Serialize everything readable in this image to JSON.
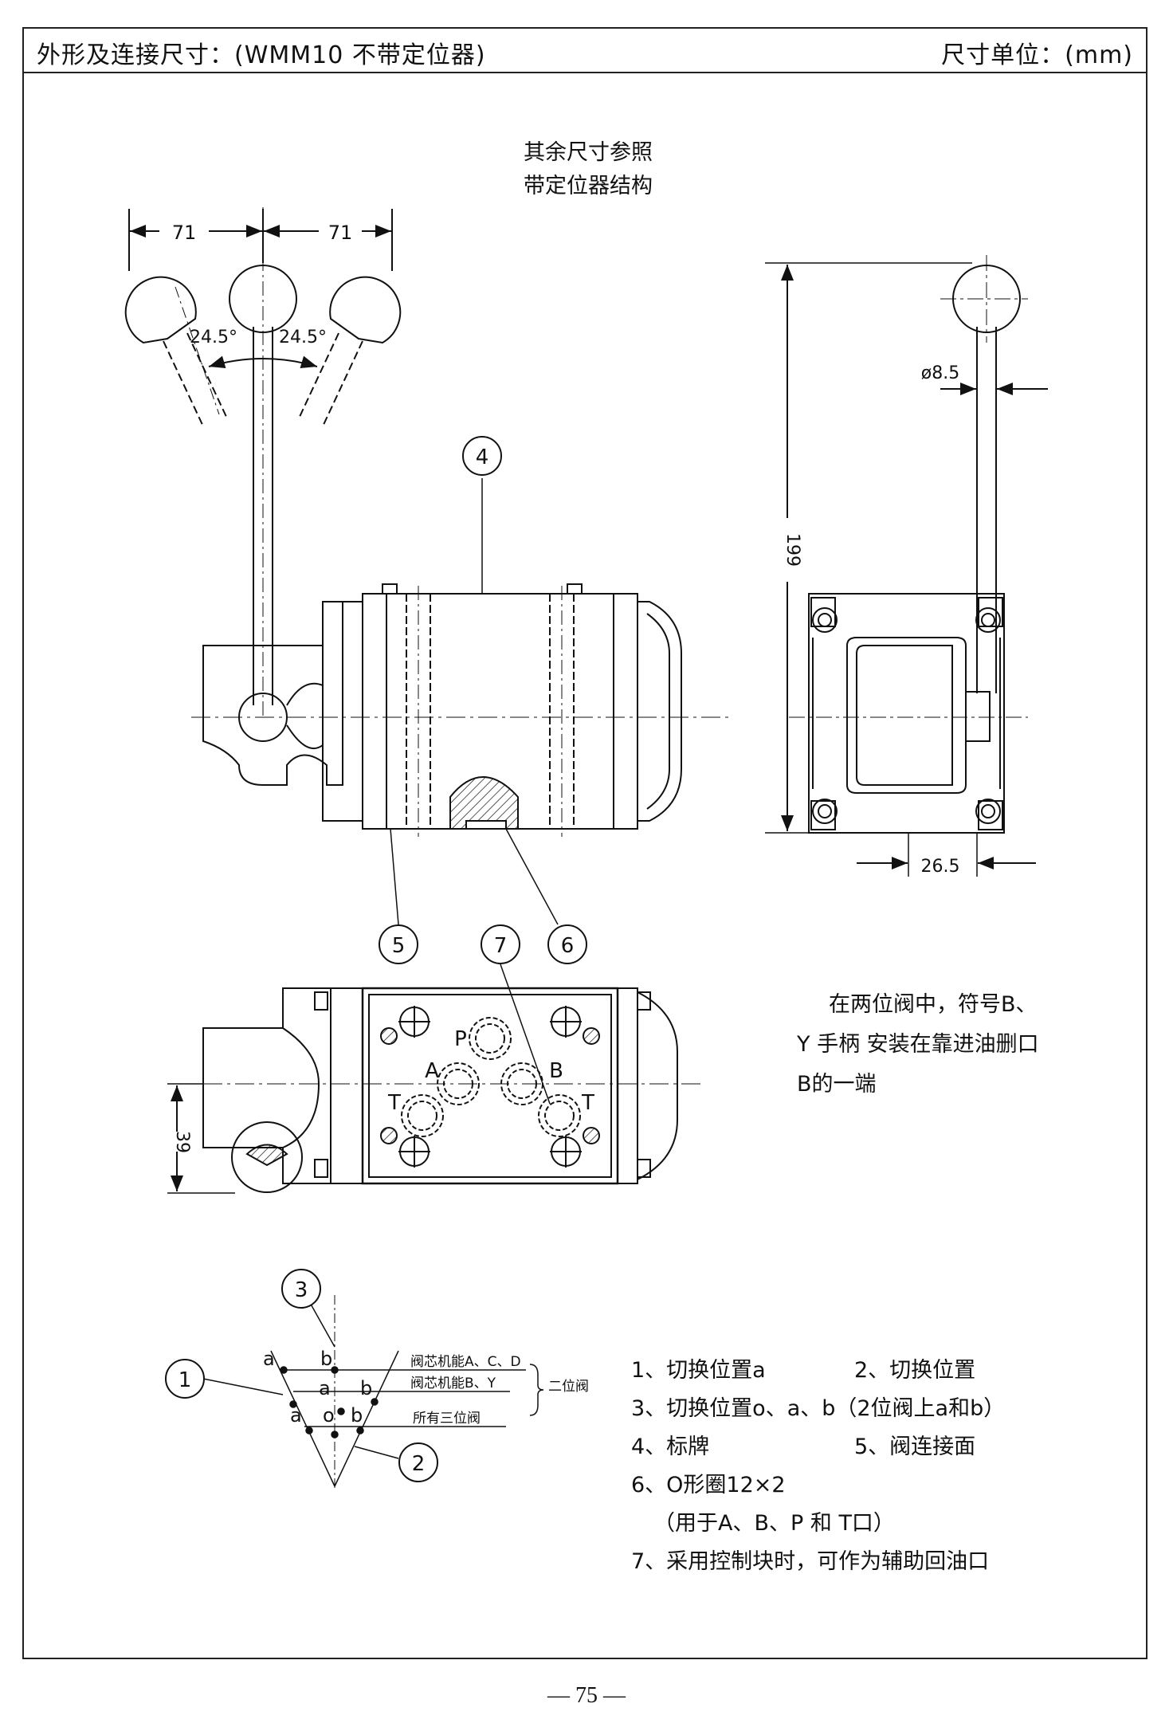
{
  "header": {
    "title": "外形及连接尺寸：(WMM10 不带定位器)",
    "unit": "尺寸单位：(mm)"
  },
  "note_top": [
    "其余尺寸参照",
    "带定位器结构"
  ],
  "dimensions": {
    "left_71": "71",
    "right_71": "71",
    "angle_left": "24.5°",
    "angle_right": "24.5°",
    "dia": "ø8.5",
    "height": "199",
    "offset": "26.5",
    "width_39": "39"
  },
  "ports": {
    "P": "P",
    "A": "A",
    "B": "B",
    "T1": "T",
    "T2": "T"
  },
  "balloons": [
    "1",
    "2",
    "3",
    "4",
    "5",
    "6",
    "7"
  ],
  "note_side": [
    "在两位阀中，符号B、",
    "Y 手柄  安装在靠进油删口",
    "B的一端"
  ],
  "schematic": {
    "row1": "阀芯机能A、C、D",
    "row2": "阀芯机能B、Y",
    "row3": "所有三位阀",
    "brace": "二位阀",
    "a1": "a",
    "b1": "b",
    "a2": "a",
    "b2": "b",
    "a3": "a",
    "o": "o",
    "b3": "b"
  },
  "legend": {
    "l1a": "1、切换位置a",
    "l1b": "2、切换位置",
    "l2": "3、切换位置o、a、b（2位阀上a和b）",
    "l3a": "4、标牌",
    "l3b": "5、阀连接面",
    "l4": "6、O形圈12×2",
    "l5": "（用于A、B、P  和  T口）",
    "l6": "7、采用控制块时，可作为辅助回油口"
  },
  "page_number": "—  75  —"
}
